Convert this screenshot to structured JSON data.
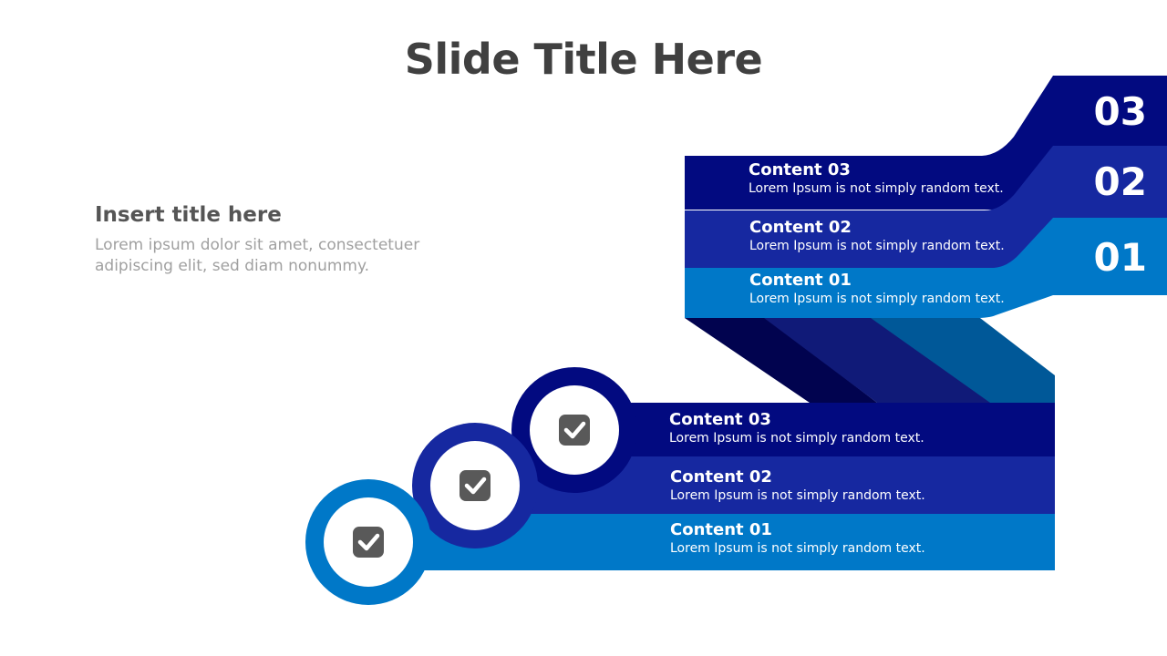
{
  "title": "Slide Title Here",
  "intro": {
    "heading": "Insert title here",
    "body": "Lorem ipsum dolor sit amet, consectetuer adipiscing elit, sed diam nonummy."
  },
  "colors": {
    "dark": "#020A80",
    "mid": "#1628A0",
    "light": "#0078C8",
    "text_dark": "#404040",
    "text_gray": "#a0a0a0",
    "check_box": "#595959"
  },
  "ribbon": {
    "numbers": [
      "03",
      "02",
      "01"
    ],
    "items": [
      {
        "heading": "Content 03",
        "text": "Lorem Ipsum is not simply random text."
      },
      {
        "heading": "Content 02",
        "text": "Lorem Ipsum is not simply random text."
      },
      {
        "heading": "Content 01",
        "text": "Lorem Ipsum is not simply random text."
      }
    ]
  },
  "steps": {
    "icon": "check-icon",
    "items": [
      {
        "heading": "Content 03",
        "text": "Lorem Ipsum is not simply random text."
      },
      {
        "heading": "Content 02",
        "text": "Lorem Ipsum is not simply random text."
      },
      {
        "heading": "Content 01",
        "text": "Lorem Ipsum is not simply random text."
      }
    ]
  }
}
